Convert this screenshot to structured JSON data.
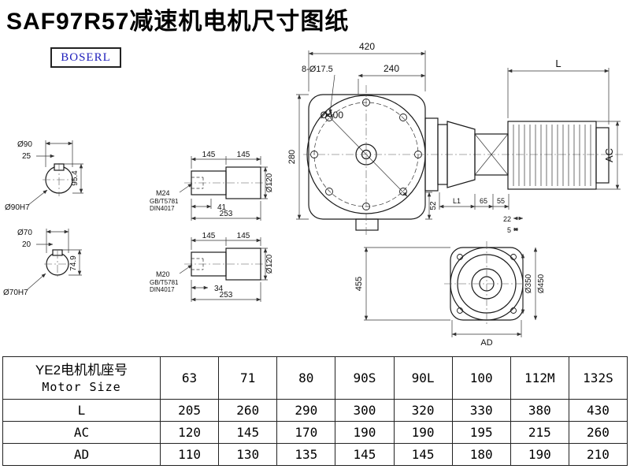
{
  "title": "SAF97R57减速机电机尺寸图纸",
  "logo": "BOSERL",
  "drawing": {
    "front": {
      "w420": "420",
      "w240": "240",
      "bolts": "8-Ø17.5",
      "d400": "Ø400",
      "h280": "280",
      "h52": "52"
    },
    "motor": {
      "L": "L",
      "AC": "AC",
      "L1": "L1",
      "n65": "65",
      "n55": "55",
      "n22": "22",
      "n5": "5"
    },
    "flange": {
      "h455": "455",
      "d350": "Ø350",
      "d450": "Ø450",
      "AD": "AD"
    },
    "shaft1_end": {
      "dia": "Ø90",
      "key": "25",
      "height": "95.4",
      "fit": "Ø90H7"
    },
    "shaft2_end": {
      "dia": "Ø70",
      "key": "20",
      "height": "74.9",
      "fit": "Ø70H7"
    },
    "shaft1_side": {
      "l1": "145",
      "l2": "145",
      "dia": "Ø120",
      "thread": "M24",
      "std1": "GB/T5781",
      "std2": "DIN4017",
      "len": "41",
      "total": "253"
    },
    "shaft2_side": {
      "l1": "145",
      "l2": "145",
      "dia": "Ø120",
      "thread": "M20",
      "std1": "GB/T5781",
      "std2": "DIN4017",
      "len": "34",
      "total": "253"
    }
  },
  "table": {
    "header": {
      "row_label_cn": "YE2电机机座号",
      "row_label_en": "Motor Size",
      "sizes": [
        "63",
        "71",
        "80",
        "90S",
        "90L",
        "100",
        "112M",
        "132S"
      ]
    },
    "rows": [
      {
        "label": "L",
        "values": [
          "205",
          "260",
          "290",
          "300",
          "320",
          "330",
          "380",
          "430"
        ]
      },
      {
        "label": "AC",
        "values": [
          "120",
          "145",
          "170",
          "190",
          "190",
          "195",
          "215",
          "260"
        ]
      },
      {
        "label": "AD",
        "values": [
          "110",
          "130",
          "135",
          "145",
          "145",
          "180",
          "190",
          "210"
        ]
      }
    ]
  }
}
